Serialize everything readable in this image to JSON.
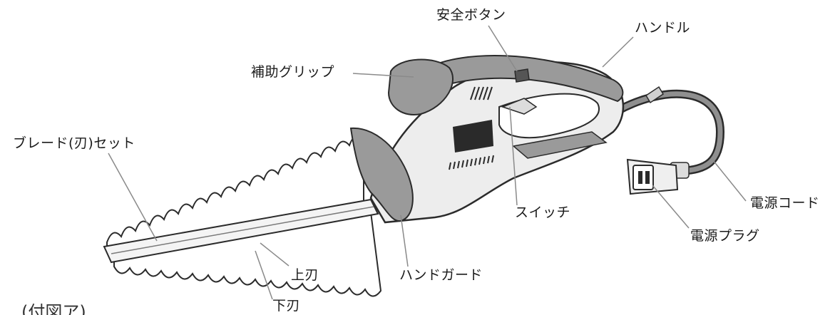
{
  "labels": {
    "safety_button": "安全ボタン",
    "handle": "ハンドル",
    "aux_grip": "補助グリップ",
    "blade_set": "ブレード(刃)セット",
    "switch": "スイッチ",
    "power_cord": "電源コード",
    "power_plug": "電源プラグ",
    "upper_blade": "上刃",
    "lower_blade": "下刃",
    "hand_guard": "ハンドガード"
  },
  "caption": "(付図ア)",
  "colors": {
    "body": "#ededed",
    "accent": "#9a9a9a",
    "dark": "#2a2a2a",
    "outline": "#2b2b2b",
    "leader": "#8a8a8a"
  }
}
